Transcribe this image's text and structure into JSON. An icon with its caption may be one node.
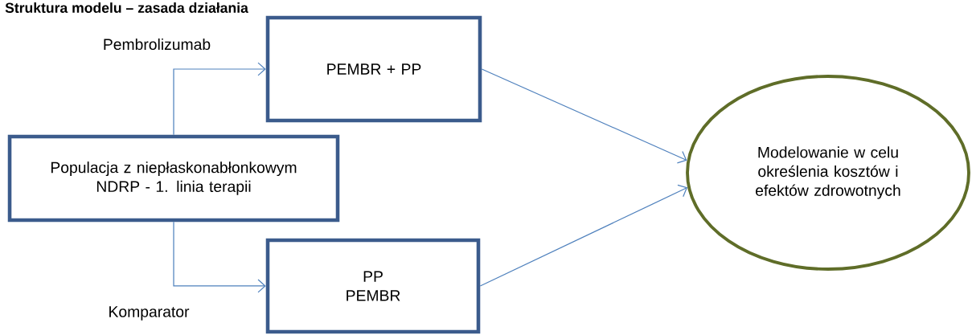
{
  "diagram": {
    "title": "Struktura modelu – zasada działania",
    "nodes": [
      {
        "text": [
          "PEMBR + PP"
        ]
      },
      {
        "text": [
          "Populacja z niepłaskonabłonkowym NDRP - 1. linia terapii"
        ]
      },
      {
        "text": [
          "PP PEMBR"
        ]
      },
      {
        "text": [
          "Modelowanie w celu określenia kosztów i efektów zdrowotnych"
        ]
      }
    ],
    "edges": [
      {
        "from": 1,
        "to": 0,
        "arrow": "to",
        "label": "Pembrolizumab"
      },
      {
        "from": 1,
        "to": 2,
        "arrow": "to",
        "label": "Komparator"
      },
      {
        "from": 0,
        "to": 3,
        "arrow": "to"
      },
      {
        "from": 2,
        "to": 3,
        "arrow": "to"
      }
    ]
  }
}
